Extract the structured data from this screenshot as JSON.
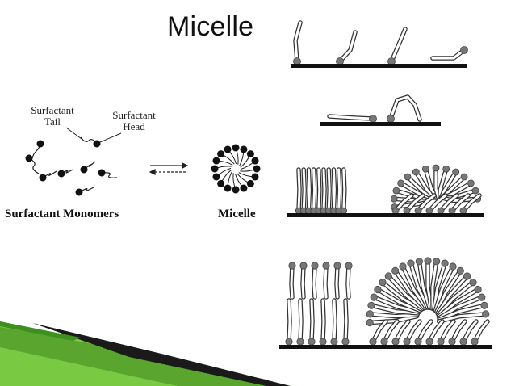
{
  "slide": {
    "title": "Micelle"
  },
  "diagram": {
    "label_tail_line1": "Surfactant",
    "label_tail_line2": "Tail",
    "label_head_line1": "Surfactant",
    "label_head_line2": "Head",
    "label_monomers": "Surfactant Monomers",
    "label_micelle": "Micelle"
  },
  "colors": {
    "accent_green": "#7ac943",
    "dark_green": "#3d8f1e",
    "head_gray": "#777777",
    "outline": "#333333"
  }
}
